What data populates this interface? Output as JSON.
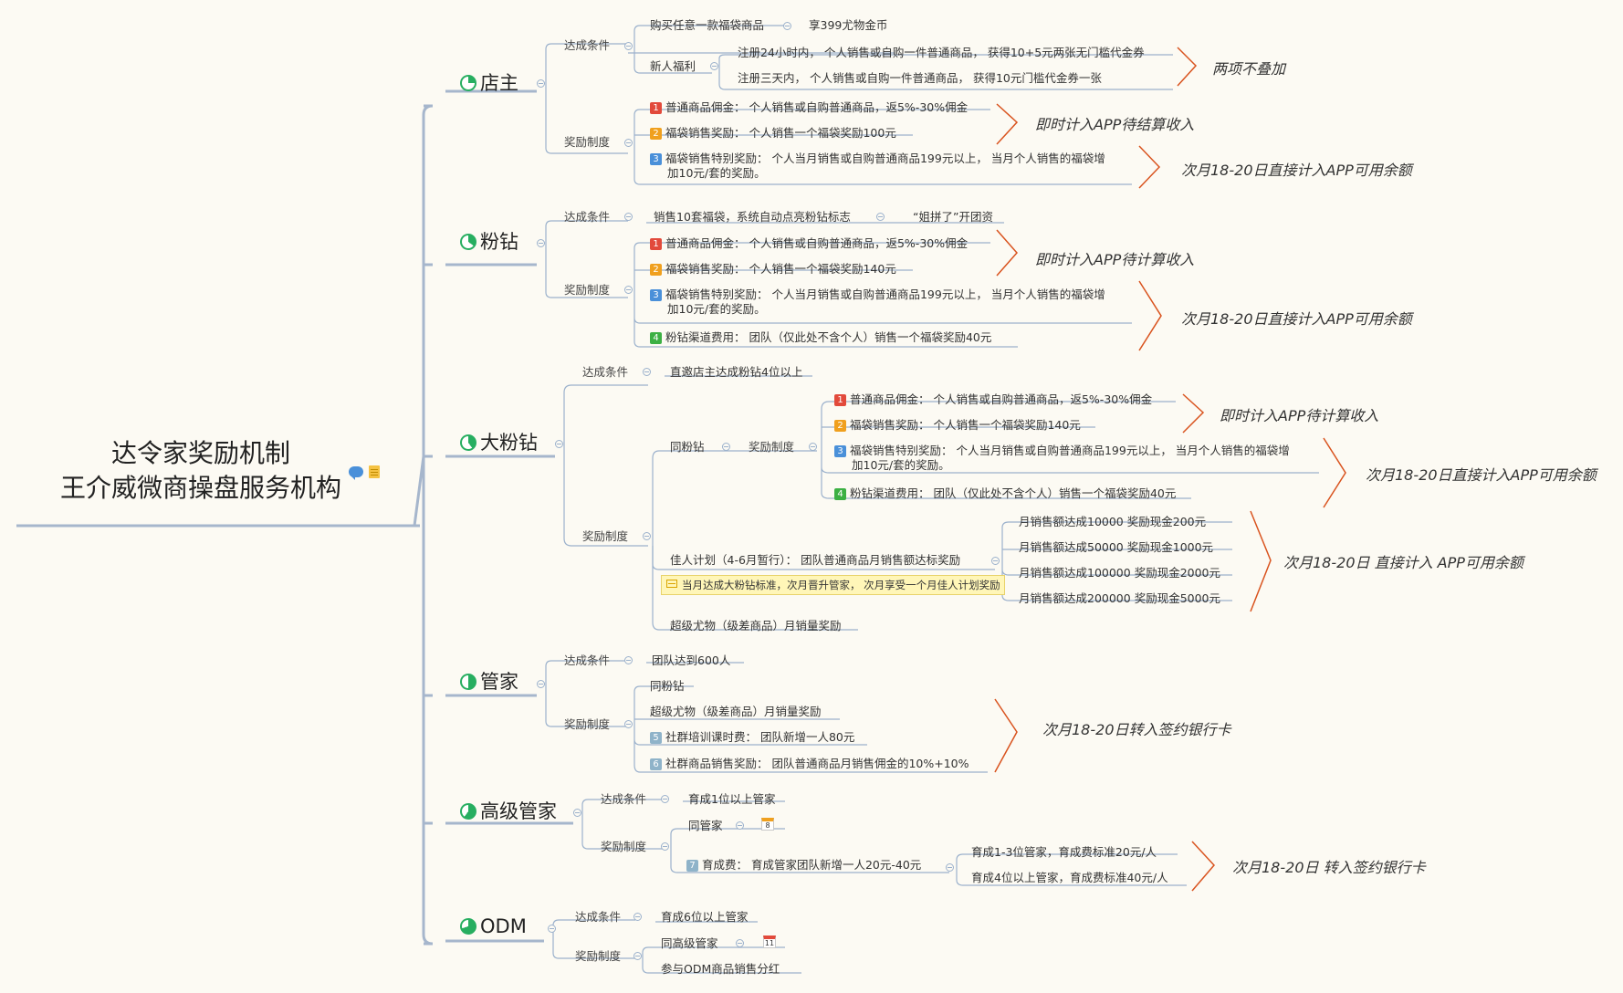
{
  "root": {
    "line1": "达令家奖励机制",
    "line2": "王介威微商操盘服务机构"
  },
  "colors": {
    "connector": "#9bb1cc",
    "root_line": "#a6b6cc",
    "bracket": "#d9531e",
    "pie": "#27ae60",
    "n1": "#e24a3b",
    "n2": "#f0a01e",
    "n3": "#4a90d9",
    "n4": "#3cb043",
    "n5": "#8fb3c9",
    "n6": "#8fb3c9",
    "n7": "#8fb3c9"
  },
  "common": {
    "cond": "达成条件",
    "reward": "奖励制度"
  },
  "icons": {
    "root_comment": "comment-bubble-icon",
    "root_note": "note-icon",
    "pie": "progress-pie-icon",
    "highlight": "note-lines-icon",
    "calendar8": "calendar-8-icon",
    "calendar11": "calendar-11-icon"
  },
  "dianzhu": {
    "title": "店主",
    "cond1": "购买任意一款福袋商品",
    "cond1b": "享399尤物金币",
    "newbie": "新人福利",
    "newbie1": "注册24小时内， 个人销售或自购一件普通商品， 获得10+5元两张无门槛代金券",
    "newbie2": "注册三天内， 个人销售或自购一件普通商品， 获得10元门槛代金券一张",
    "newbie_note": "两项不叠加",
    "r1": "普通商品佣金： 个人销售或自购普通商品，返5%-30%佣金",
    "r2": "福袋销售奖励： 个人销售一个福袋奖励100元",
    "r3a": "福袋销售特别奖励： 个人当月销售或自购普通商品199元以上， 当月个人销售的福袋增",
    "r3b": "加10元/套的奖励。",
    "note12": "即时计入APP待结算收入",
    "note3": "次月18-20日直接计入APP可用余额"
  },
  "fenzuan": {
    "title": "粉钻",
    "cond1": "销售10套福袋，系统自动点亮粉钻标志",
    "cond1b": "“姐拼了”开团资",
    "r1": "普通商品佣金： 个人销售或自购普通商品，返5%-30%佣金",
    "r2": "福袋销售奖励： 个人销售一个福袋奖励140元",
    "r3a": "福袋销售特别奖励： 个人当月销售或自购普通商品199元以上， 当月个人销售的福袋增",
    "r3b": "加10元/套的奖励。",
    "r4": "粉钻渠道费用： 团队（仅此处不含个人）销售一个福袋奖励40元",
    "note12": "即时计入APP待计算收入",
    "note34": "次月18-20日直接计入APP可用余额"
  },
  "dafenzuan": {
    "title": "大粉钻",
    "cond1": "直邀店主达成粉钻4位以上",
    "same": "同粉钻",
    "r1": "普通商品佣金： 个人销售或自购普通商品，返5%-30%佣金",
    "r2": "福袋销售奖励： 个人销售一个福袋奖励140元",
    "r3a": "福袋销售特别奖励： 个人当月销售或自购普通商品199元以上， 当月个人销售的福袋增",
    "r3b": "加10元/套的奖励。",
    "r4": "粉钻渠道费用： 团队（仅此处不含个人）销售一个福袋奖励40元",
    "note12": "即时计入APP待计算收入",
    "note34": "次月18-20日直接计入APP可用余额",
    "jiaren": "佳人计划（4-6月暂行）： 团队普通商品月销售额达标奖励",
    "jiaren_hl": "当月达成大粉钻标准，次月晋升管家， 次月享受一个月佳人计划奖励",
    "j1": "月销售额达成10000 奖励现金200元",
    "j2": "月销售额达成50000 奖励现金1000元",
    "j3": "月销售额达成100000 奖励现金2000元",
    "j4": "月销售额达成200000 奖励现金5000元",
    "jnote": "次月18-20日 直接计入 APP可用余额",
    "super": "超级尤物（级差商品）月销量奖励"
  },
  "guanjia": {
    "title": "管家",
    "cond1": "团队达到600人",
    "s1": "同粉钻",
    "s2": "超级尤物（级差商品）月销量奖励",
    "r5": "社群培训课时费： 团队新增一人80元",
    "r6": "社群商品销售奖励： 团队普通商品月销售佣金的10%+10%",
    "note": "次月18-20日转入签约银行卡"
  },
  "gaoji": {
    "title": "高级管家",
    "cond1": "育成1位以上管家",
    "same": "同管家",
    "cal": "8",
    "r7": "育成费： 育成管家团队新增一人20元-40元",
    "y1": "育成1-3位管家，育成费标准20元/人",
    "y2": "育成4位以上管家，育成费标准40元/人",
    "note": "次月18-20日 转入签约银行卡"
  },
  "odm": {
    "title": "ODM",
    "cond1": "育成6位以上管家",
    "same": "同高级管家",
    "cal": "11",
    "share": "参与ODM商品销售分红"
  }
}
